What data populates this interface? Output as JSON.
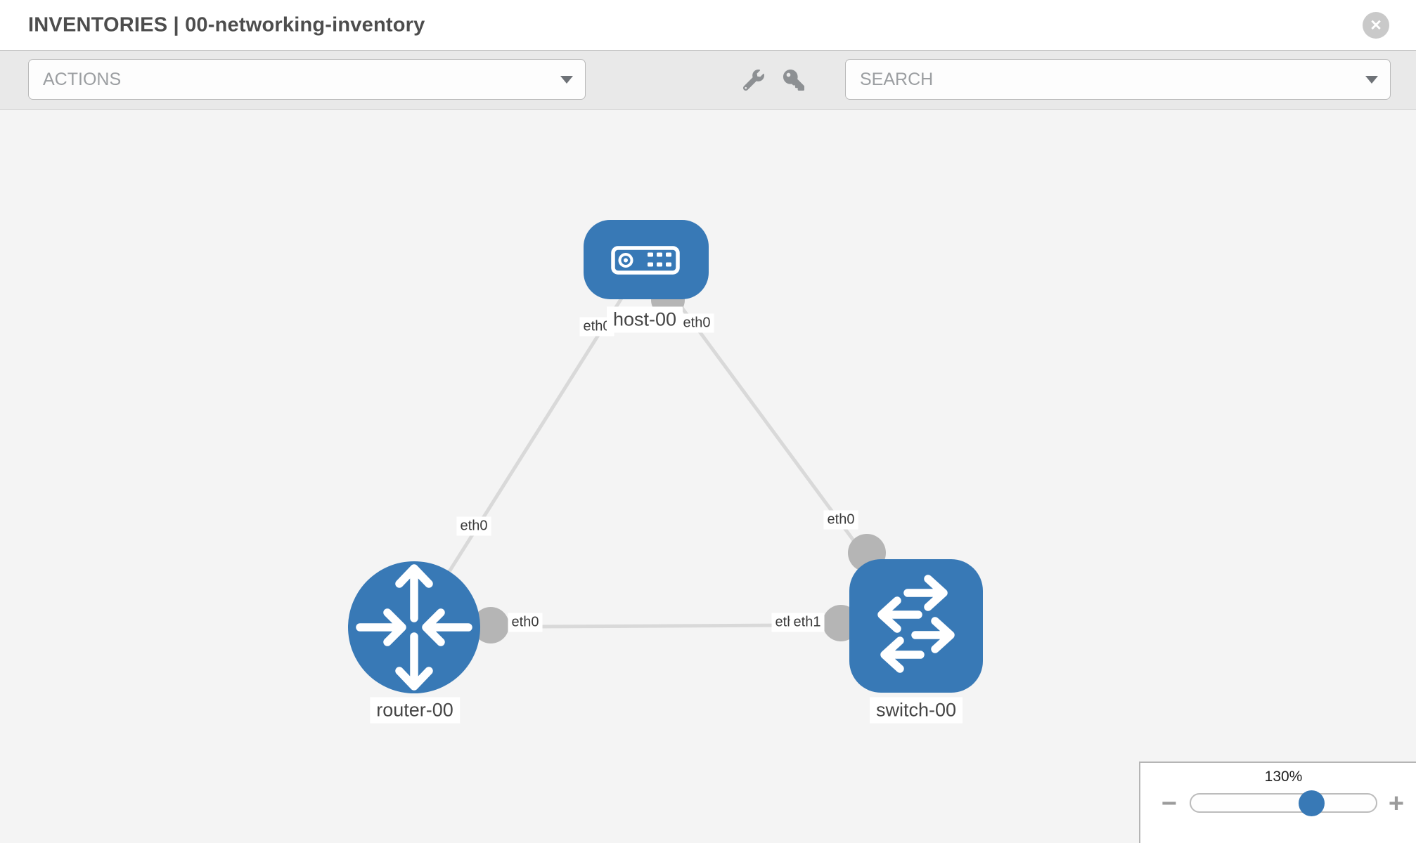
{
  "header": {
    "title": "INVENTORIES | 00-networking-inventory"
  },
  "toolbar": {
    "actions_label": "ACTIONS",
    "search_label": "SEARCH"
  },
  "topology": {
    "nodes": [
      {
        "label": "host-00",
        "type": "host",
        "icon": "server-icon"
      },
      {
        "label": "router-00",
        "type": "router",
        "icon": "router-arrows-icon"
      },
      {
        "label": "switch-00",
        "type": "switch",
        "icon": "switch-arrows-icon"
      }
    ],
    "iface_labels": [
      "eth0",
      "eth0",
      "eth0",
      "eth0",
      "eth0",
      "eth0",
      "eth1"
    ],
    "links": [
      {
        "from": "router-00",
        "from_iface": "eth0",
        "to": "host-00",
        "to_iface": "eth0"
      },
      {
        "from": "switch-00",
        "from_iface": "eth0",
        "to": "host-00",
        "to_iface": "eth0"
      },
      {
        "from": "router-00",
        "from_iface": "eth0",
        "to": "switch-00",
        "to_iface": "eth1"
      }
    ]
  },
  "zoom": {
    "level": "130%"
  },
  "icons": {
    "close": "✕",
    "chevron_down": "▼",
    "wrench": "svg-wrench",
    "key": "svg-key",
    "zoom_out": "−",
    "zoom_in": "+"
  },
  "colors": {
    "node_blue": "#3879b6",
    "link": "#d9d9d9",
    "port": "#b5b5b5",
    "canvas_bg": "#f4f4f4",
    "toolbar_bg": "#e9e9e9"
  }
}
